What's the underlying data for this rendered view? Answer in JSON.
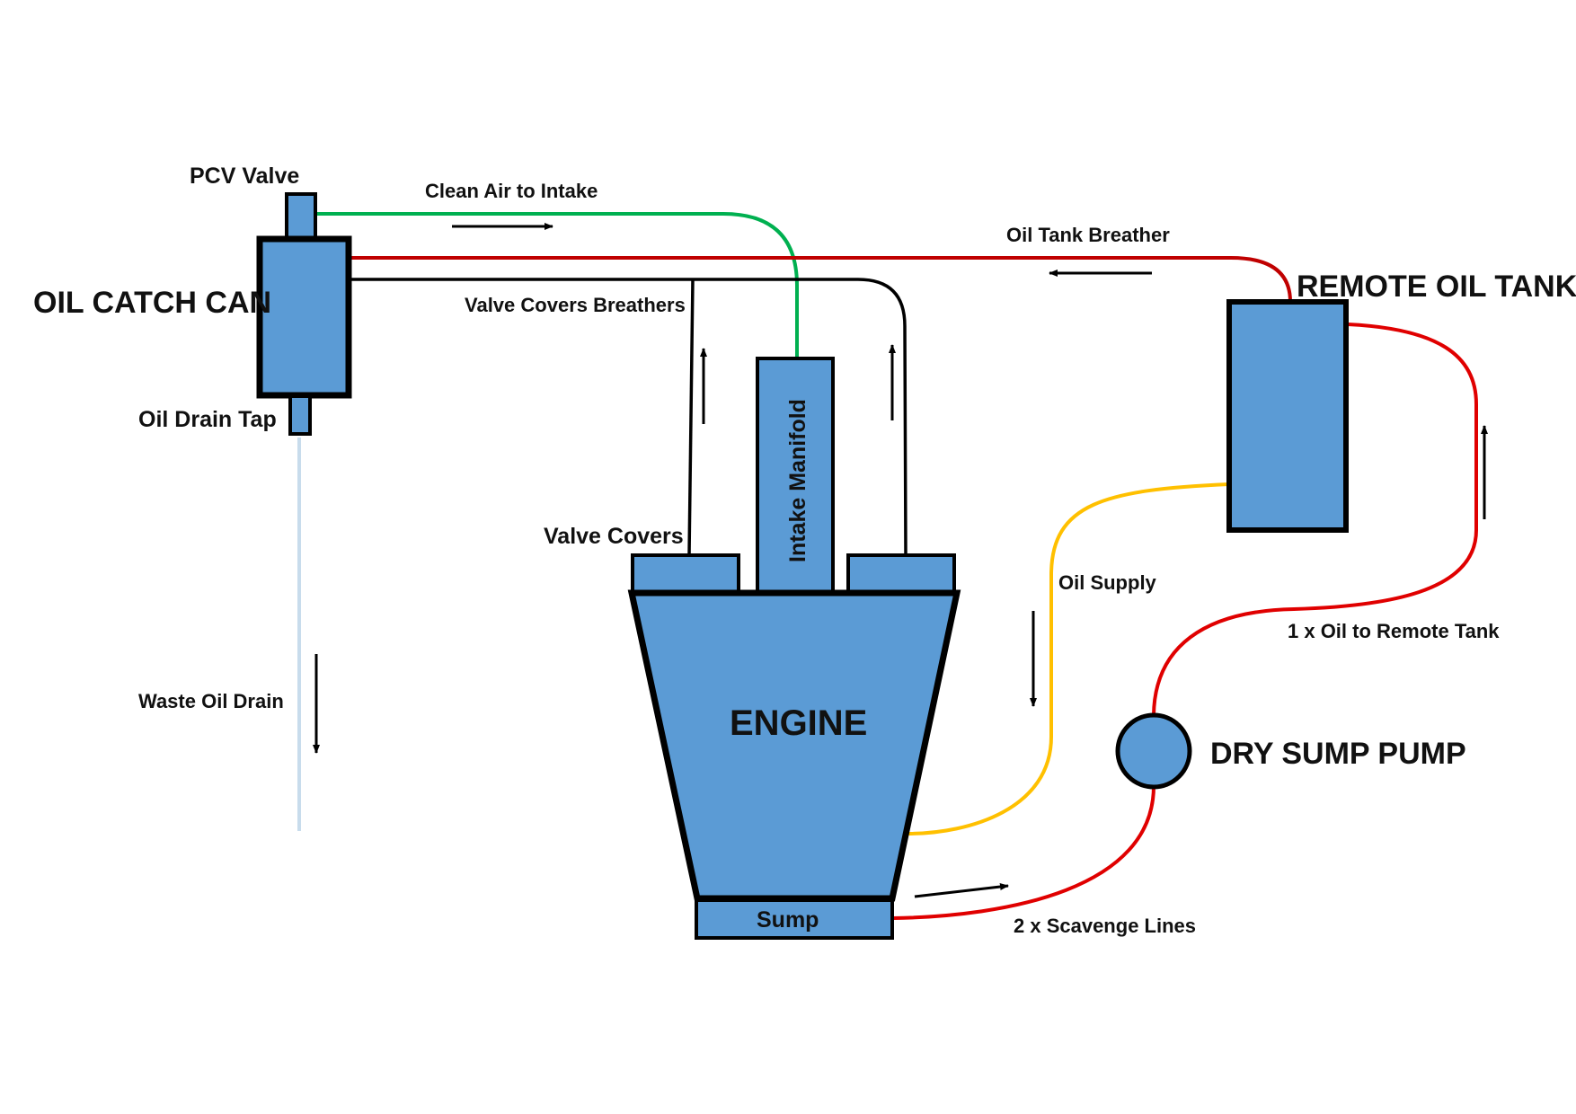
{
  "labels": {
    "pcv_valve": "PCV Valve",
    "clean_air_to_intake": "Clean Air to Intake",
    "oil_catch_can": "OIL CATCH CAN",
    "oil_tank_breather": "Oil Tank Breather",
    "remote_oil_tank": "REMOTE OIL TANK",
    "valve_covers_breathers": "Valve Covers Breathers",
    "oil_drain_tap": "Oil Drain Tap",
    "intake_manifold": "Intake Manifold",
    "valve_covers": "Valve Covers",
    "oil_supply": "Oil Supply",
    "oil_to_remote_tank": "1 x Oil to Remote Tank",
    "waste_oil_drain": "Waste Oil Drain",
    "engine": "ENGINE",
    "dry_sump_pump": "DRY SUMP PUMP",
    "sump": "Sump",
    "scavenge_lines": "2 x Scavenge Lines"
  },
  "colors": {
    "component_fill": "#5b9bd5",
    "outline": "#000000",
    "clean_air_line": "#00b050",
    "oil_tank_breather_line": "#c00000",
    "breather_line": "#000000",
    "oil_supply_line": "#ffc000",
    "oil_return_line": "#e00000",
    "waste_drain_line": "#c8dcec"
  }
}
